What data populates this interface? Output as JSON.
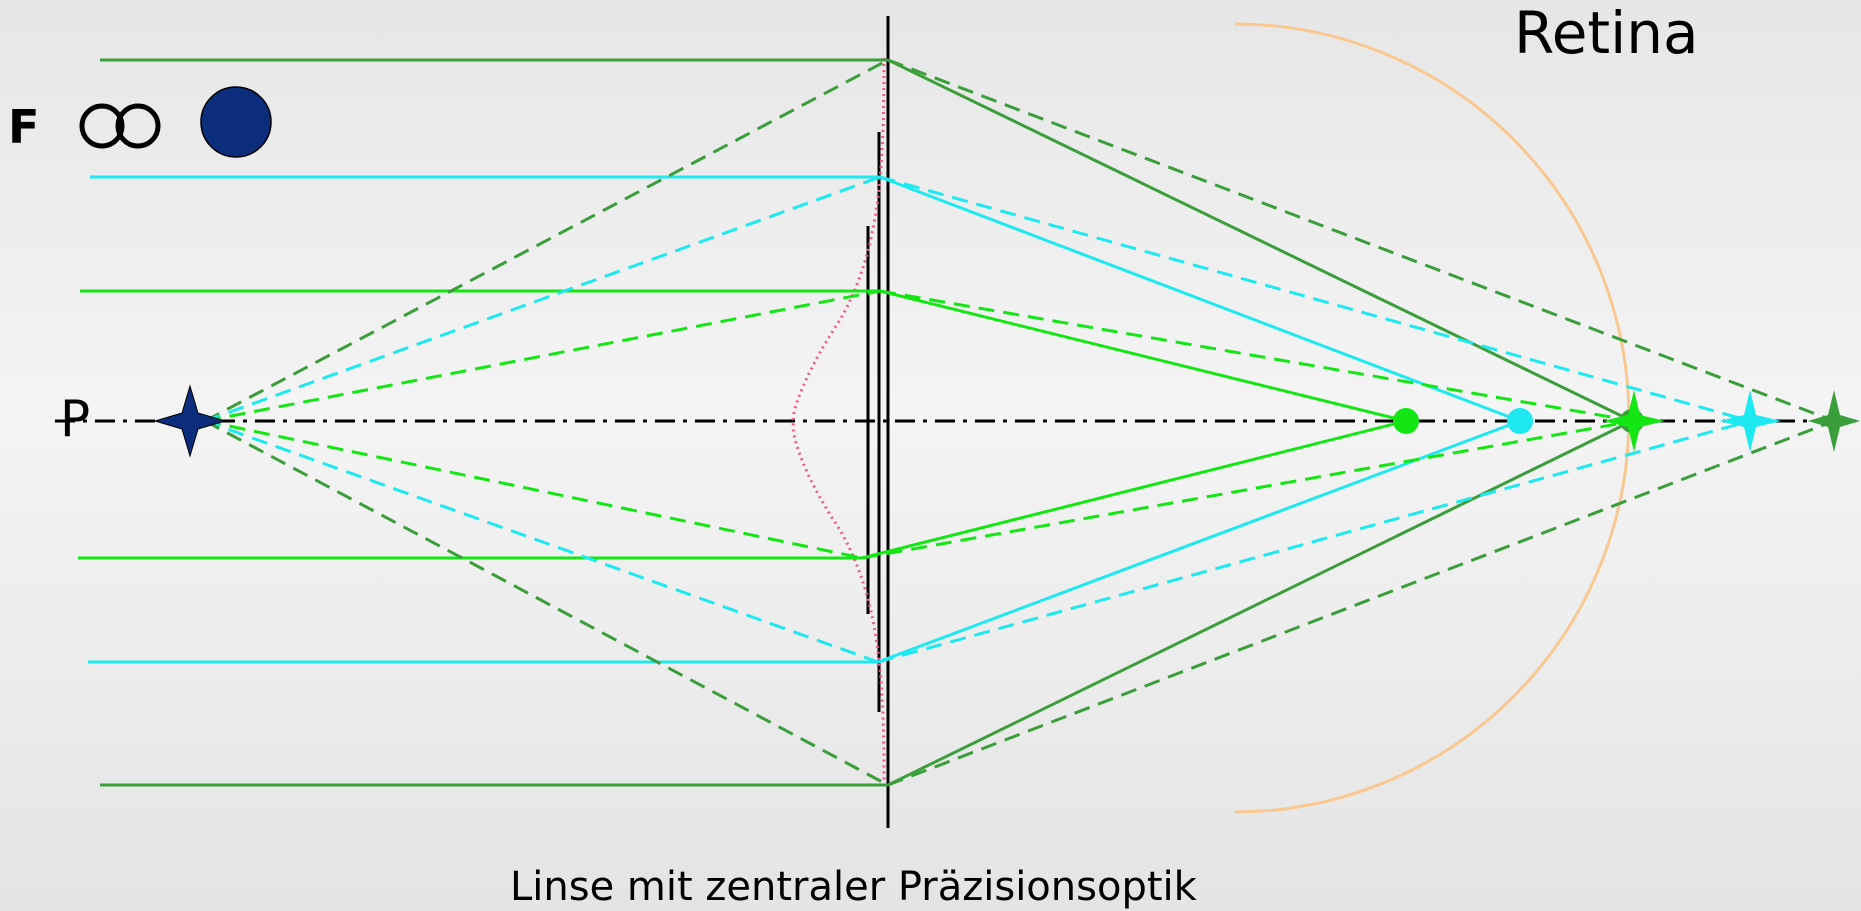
{
  "labels": {
    "retina": "Retina",
    "f": "F",
    "p": "P",
    "caption": "Linse mit zentraler Präzisionsoptik"
  },
  "icons": {
    "infinity": "infinity-symbol",
    "source_disc": "filled-circle",
    "object_star": "four-point-star"
  },
  "colors": {
    "outer_ray": "#3a9e3a",
    "middle_ray": "#1ee8f0",
    "inner_ray": "#14e614",
    "retina_arc": "#f8c890",
    "lens_profile": "#ee5a8a",
    "disc": "#0c2c7c",
    "axis": "#000000"
  }
}
